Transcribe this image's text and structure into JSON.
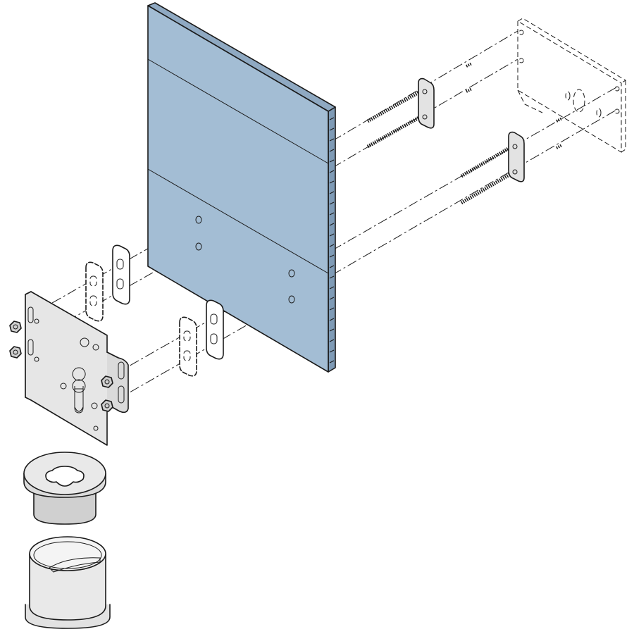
{
  "colors": {
    "panel": "#a3bdd4",
    "panel_edge": "#7f9bb6",
    "metal": "#e6e6e6",
    "metal_dark": "#c9c9c9",
    "outline": "#1a1a1a",
    "background": "#ffffff"
  },
  "parts": [
    "wall-panel",
    "rear-mounting-bracket",
    "threaded-rod",
    "rod-backing-plate",
    "spacer-block",
    "front-mounting-plate",
    "hex-nut",
    "flange-cap",
    "sleeve-cup"
  ]
}
